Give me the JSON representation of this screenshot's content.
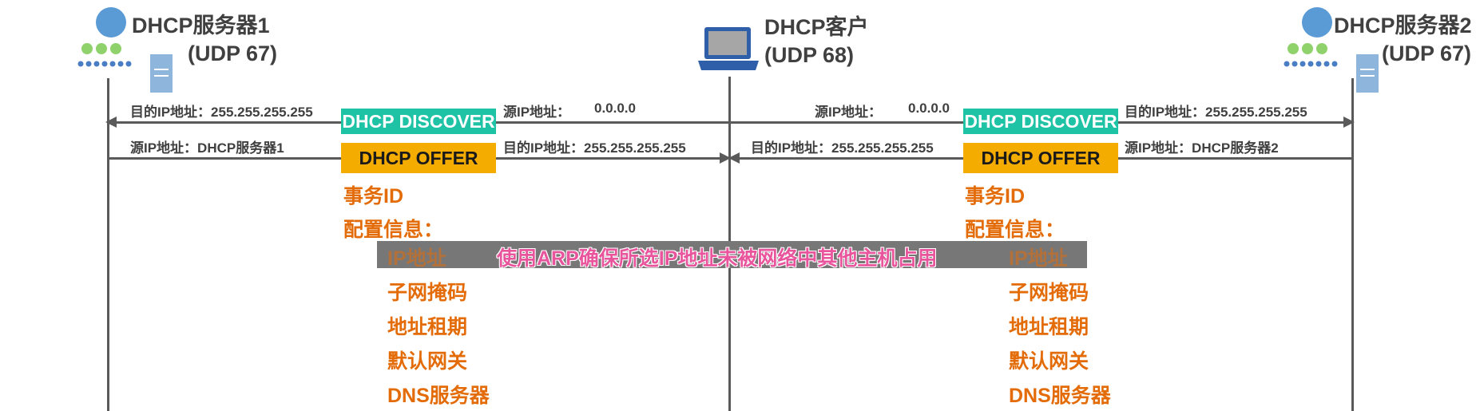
{
  "server1": {
    "title": "DHCP服务器1",
    "port": "(UDP 67)",
    "icon": "server-icon"
  },
  "client": {
    "title": "DHCP客户",
    "port": "(UDP 68)",
    "icon": "laptop-icon"
  },
  "server2": {
    "title": "DHCP服务器2",
    "port": "(UDP 67)",
    "icon": "server-icon"
  },
  "left": {
    "discover_dst": "目的IP地址：255.255.255.255",
    "discover_src_label": "源IP地址：",
    "discover_src_value": "0.0.0.0",
    "offer_src": "源IP地址：DHCP服务器1",
    "offer_dst": "目的IP地址：255.255.255.255"
  },
  "right": {
    "discover_src_label": "源IP地址：",
    "discover_src_value": "0.0.0.0",
    "discover_dst": "目的IP地址：255.255.255.255",
    "offer_dst": "目的IP地址：255.255.255.255",
    "offer_src": "源IP地址：DHCP服务器2"
  },
  "messages": {
    "discover": "DHCP DISCOVER",
    "offer": "DHCP OFFER"
  },
  "offer_info": {
    "transaction_id": "事务ID",
    "config": "配置信息：",
    "items": [
      "IP地址",
      "子网掩码",
      "地址租期",
      "默认网关",
      "DNS服务器"
    ]
  },
  "banner": "使用ARP确保所选IP地址未被网络中其他主机占用",
  "colors": {
    "discover": "#1ec3a6",
    "offer": "#f5ac00",
    "text_orange": "#e36c09",
    "banner_text": "#e8559c",
    "line": "#5a5a5a",
    "icon_blue": "#5b9bd5",
    "icon_green": "#8fd16a"
  }
}
